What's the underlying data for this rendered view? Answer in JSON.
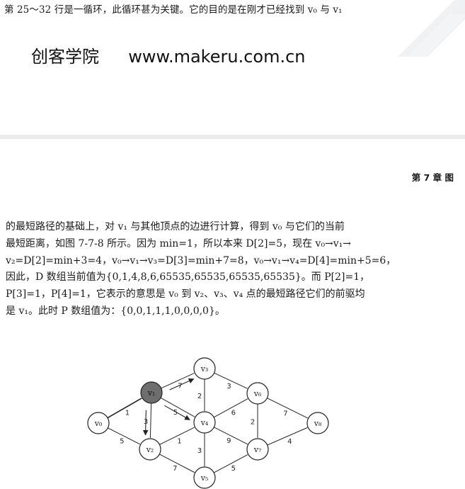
{
  "top_line": "第 25～32 行是一循环，此循环甚为关键。它的目的是在刚才已经找到 v₀ 与 v₁",
  "watermark": {
    "name": "创客学院",
    "url": "www.makeru.com.cn"
  },
  "chapter_header": "第 7 章  图",
  "paragraph_lines": [
    "的最短路径的基础上，对 v₁ 与其他顶点的边进行计算，得到 v₀ 与它们的当前",
    "最短距离，如图 7-7-8 所示。因为 min=1，所以本来 D[2]=5，现在 v₀→v₁→",
    "v₂=D[2]=min+3=4，v₀→v₁→v₃=D[3]=min+7=8，v₀→v₁→v₄=D[4]=min+5=6，",
    "因此，D 数组当前值为{0,1,4,8,6,65535,65535,65535,65535}。而 P[2]=1，",
    "P[3]=1，P[4]=1，它表示的意思是 v₀ 到 v₂、v₃、v₄ 点的最短路径它们的前驱均",
    "是 v₁。此时 P 数组值为：{0,0,1,1,1,0,0,0,0}。"
  ],
  "graph": {
    "nodes": [
      {
        "id": "v0",
        "label": "v₀",
        "highlighted": false
      },
      {
        "id": "v1",
        "label": "v₁",
        "highlighted": true
      },
      {
        "id": "v2",
        "label": "v₂",
        "highlighted": false
      },
      {
        "id": "v3",
        "label": "v₃",
        "highlighted": false
      },
      {
        "id": "v4",
        "label": "v₄",
        "highlighted": false
      },
      {
        "id": "v5",
        "label": "v₅",
        "highlighted": false
      },
      {
        "id": "v6",
        "label": "v₆",
        "highlighted": false
      },
      {
        "id": "v7",
        "label": "v₇",
        "highlighted": false
      },
      {
        "id": "v8",
        "label": "v₈",
        "highlighted": false
      }
    ],
    "edges": [
      {
        "from": "v0",
        "to": "v1",
        "weight": "1",
        "bold": true
      },
      {
        "from": "v0",
        "to": "v2",
        "weight": "5",
        "bold": false
      },
      {
        "from": "v1",
        "to": "v2",
        "weight": "3",
        "arrow": true
      },
      {
        "from": "v1",
        "to": "v3",
        "weight": "7",
        "arrow": true
      },
      {
        "from": "v1",
        "to": "v4",
        "weight": "5",
        "arrow": true
      },
      {
        "from": "v2",
        "to": "v4",
        "weight": "1",
        "bold": false
      },
      {
        "from": "v2",
        "to": "v5",
        "weight": "7",
        "bold": false
      },
      {
        "from": "v3",
        "to": "v4",
        "weight": "2",
        "bold": false
      },
      {
        "from": "v3",
        "to": "v6",
        "weight": "3",
        "bold": false
      },
      {
        "from": "v4",
        "to": "v6",
        "weight": "6",
        "bold": false
      },
      {
        "from": "v4",
        "to": "v7",
        "weight": "9",
        "bold": false
      },
      {
        "from": "v4",
        "to": "v5",
        "weight": "3",
        "bold": false
      },
      {
        "from": "v5",
        "to": "v7",
        "weight": "5",
        "bold": false
      },
      {
        "from": "v6",
        "to": "v7",
        "weight": "2",
        "bold": false
      },
      {
        "from": "v6",
        "to": "v8",
        "weight": "7",
        "bold": false
      },
      {
        "from": "v7",
        "to": "v8",
        "weight": "4",
        "bold": false
      }
    ],
    "colors": {
      "highlight_fill": "#6e6e6e",
      "node_fill": "#ffffff",
      "stroke": "#222222"
    }
  }
}
